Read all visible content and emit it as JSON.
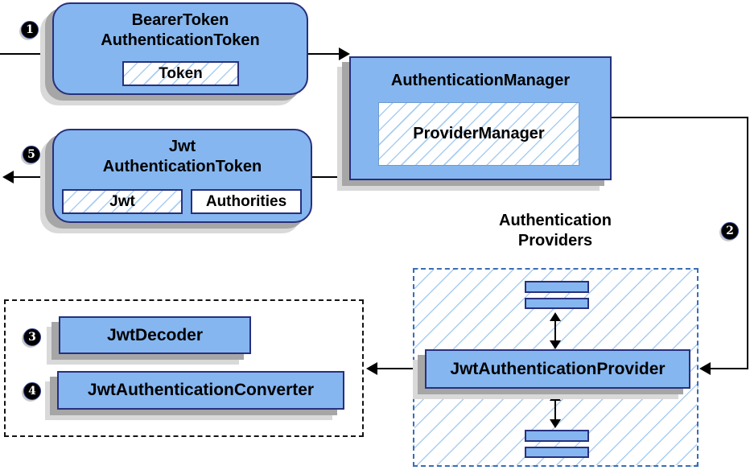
{
  "diagram": "jwt-authentication-flow",
  "steps": {
    "one": "1",
    "two": "2",
    "three": "3",
    "four": "4",
    "five": "5"
  },
  "nodes": {
    "bearer_token": {
      "title": "BearerToken\nAuthenticationToken",
      "field_token": "Token"
    },
    "authentication_manager": {
      "title": "AuthenticationManager",
      "inner": "ProviderManager"
    },
    "jwt_authentication_token": {
      "title": "Jwt\nAuthenticationToken",
      "field_jwt": "Jwt",
      "field_authorities": "Authorities"
    },
    "authentication_providers": {
      "label": "Authentication\nProviders",
      "provider": "JwtAuthenticationProvider"
    },
    "decoder_group": {
      "decoder": "JwtDecoder",
      "converter": "JwtAuthenticationConverter"
    }
  },
  "colors": {
    "box-fill": "#85b6f0",
    "box-border": "#28307c",
    "hatch-line": "#a9cdf2",
    "inner-border-light": "#6f9ad0",
    "providers-dash": "#3a6cb5",
    "black-dash": "#141414",
    "shadow-dark": "#a6a6a6",
    "shadow-light": "#d9d9d9",
    "arrow": "#000000",
    "step-bg": "#000000",
    "step-text": "#ffffff"
  }
}
